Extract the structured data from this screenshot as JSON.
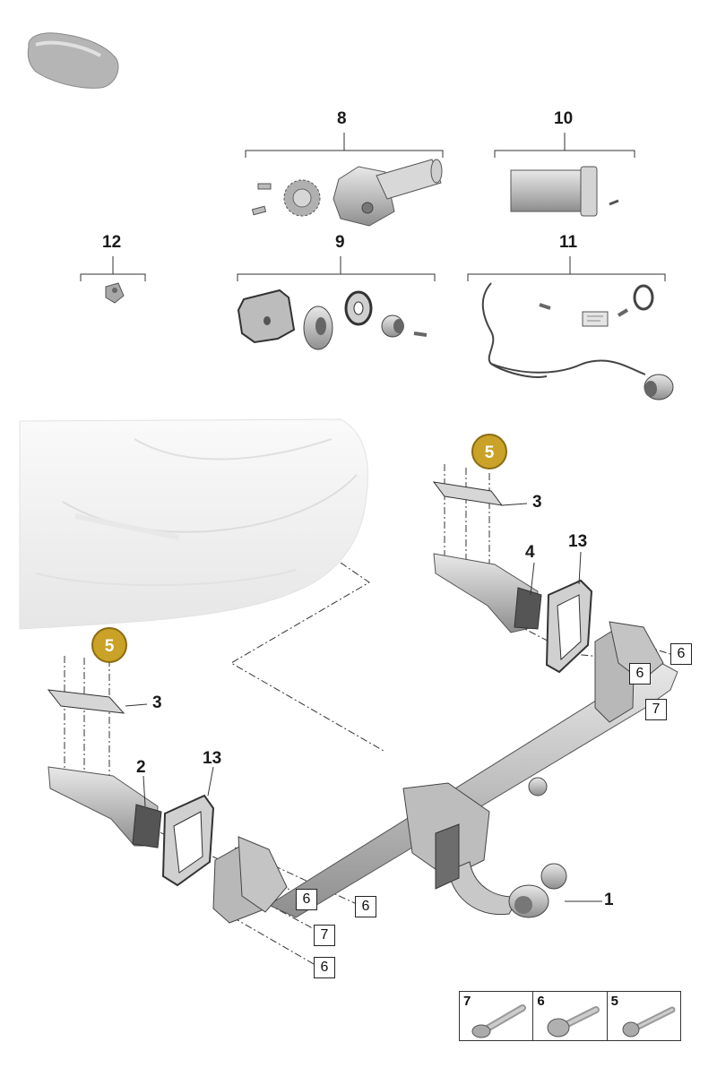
{
  "labels": {
    "group_8": "8",
    "group_10": "10",
    "group_12": "12",
    "group_9": "9",
    "group_11": "11",
    "circle_5_upper": "5",
    "circle_5_lower": "5",
    "part_3_upper": "3",
    "part_3_lower": "3",
    "part_4": "4",
    "part_13_right": "13",
    "part_13_left": "13",
    "part_2": "2",
    "part_1": "1",
    "box_6_a": "6",
    "box_6_b": "6",
    "box_7_a": "7",
    "box_6_c": "6",
    "box_7_b": "7",
    "box_6_d": "6"
  },
  "legend": [
    {
      "num": "7",
      "icon": "flange-bolt-icon"
    },
    {
      "num": "6",
      "icon": "hex-bolt-icon"
    },
    {
      "num": "5",
      "icon": "bolt-icon"
    }
  ],
  "colors": {
    "part_fill": "#c8c8c8",
    "part_dark": "#8c8c8c",
    "highlight": "#c9a227",
    "line": "#333333"
  }
}
